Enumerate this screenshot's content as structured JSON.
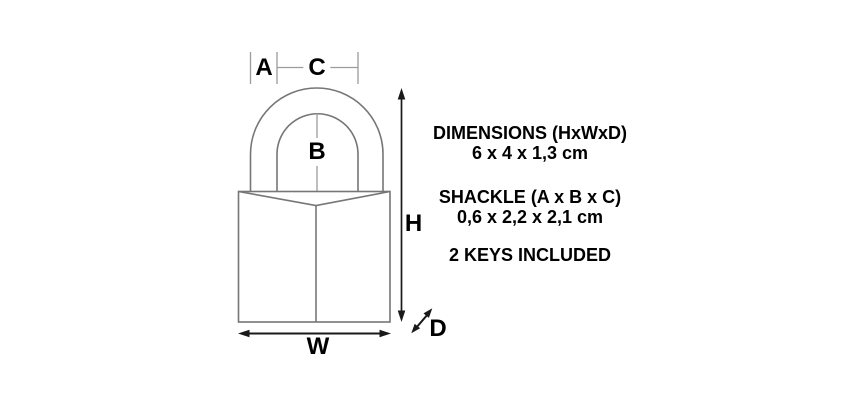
{
  "diagram": {
    "labels": {
      "a": "A",
      "b": "B",
      "c": "C",
      "h": "H",
      "w": "W",
      "d": "D"
    }
  },
  "panel": {
    "dimensions_title": "DIMENSIONS (HxWxD)",
    "dimensions_value": "6 x 4 x 1,3 cm",
    "shackle_title": "SHACKLE (A x B x C)",
    "shackle_value": "0,6 x 2,2 x 2,1 cm",
    "keys_note": "2 KEYS INCLUDED"
  },
  "colors": {
    "background": "#ffffff",
    "outline": "#767676",
    "dimension_line": "#9c9c9c",
    "arrow": "#1a1a1a",
    "text": "#000000"
  }
}
